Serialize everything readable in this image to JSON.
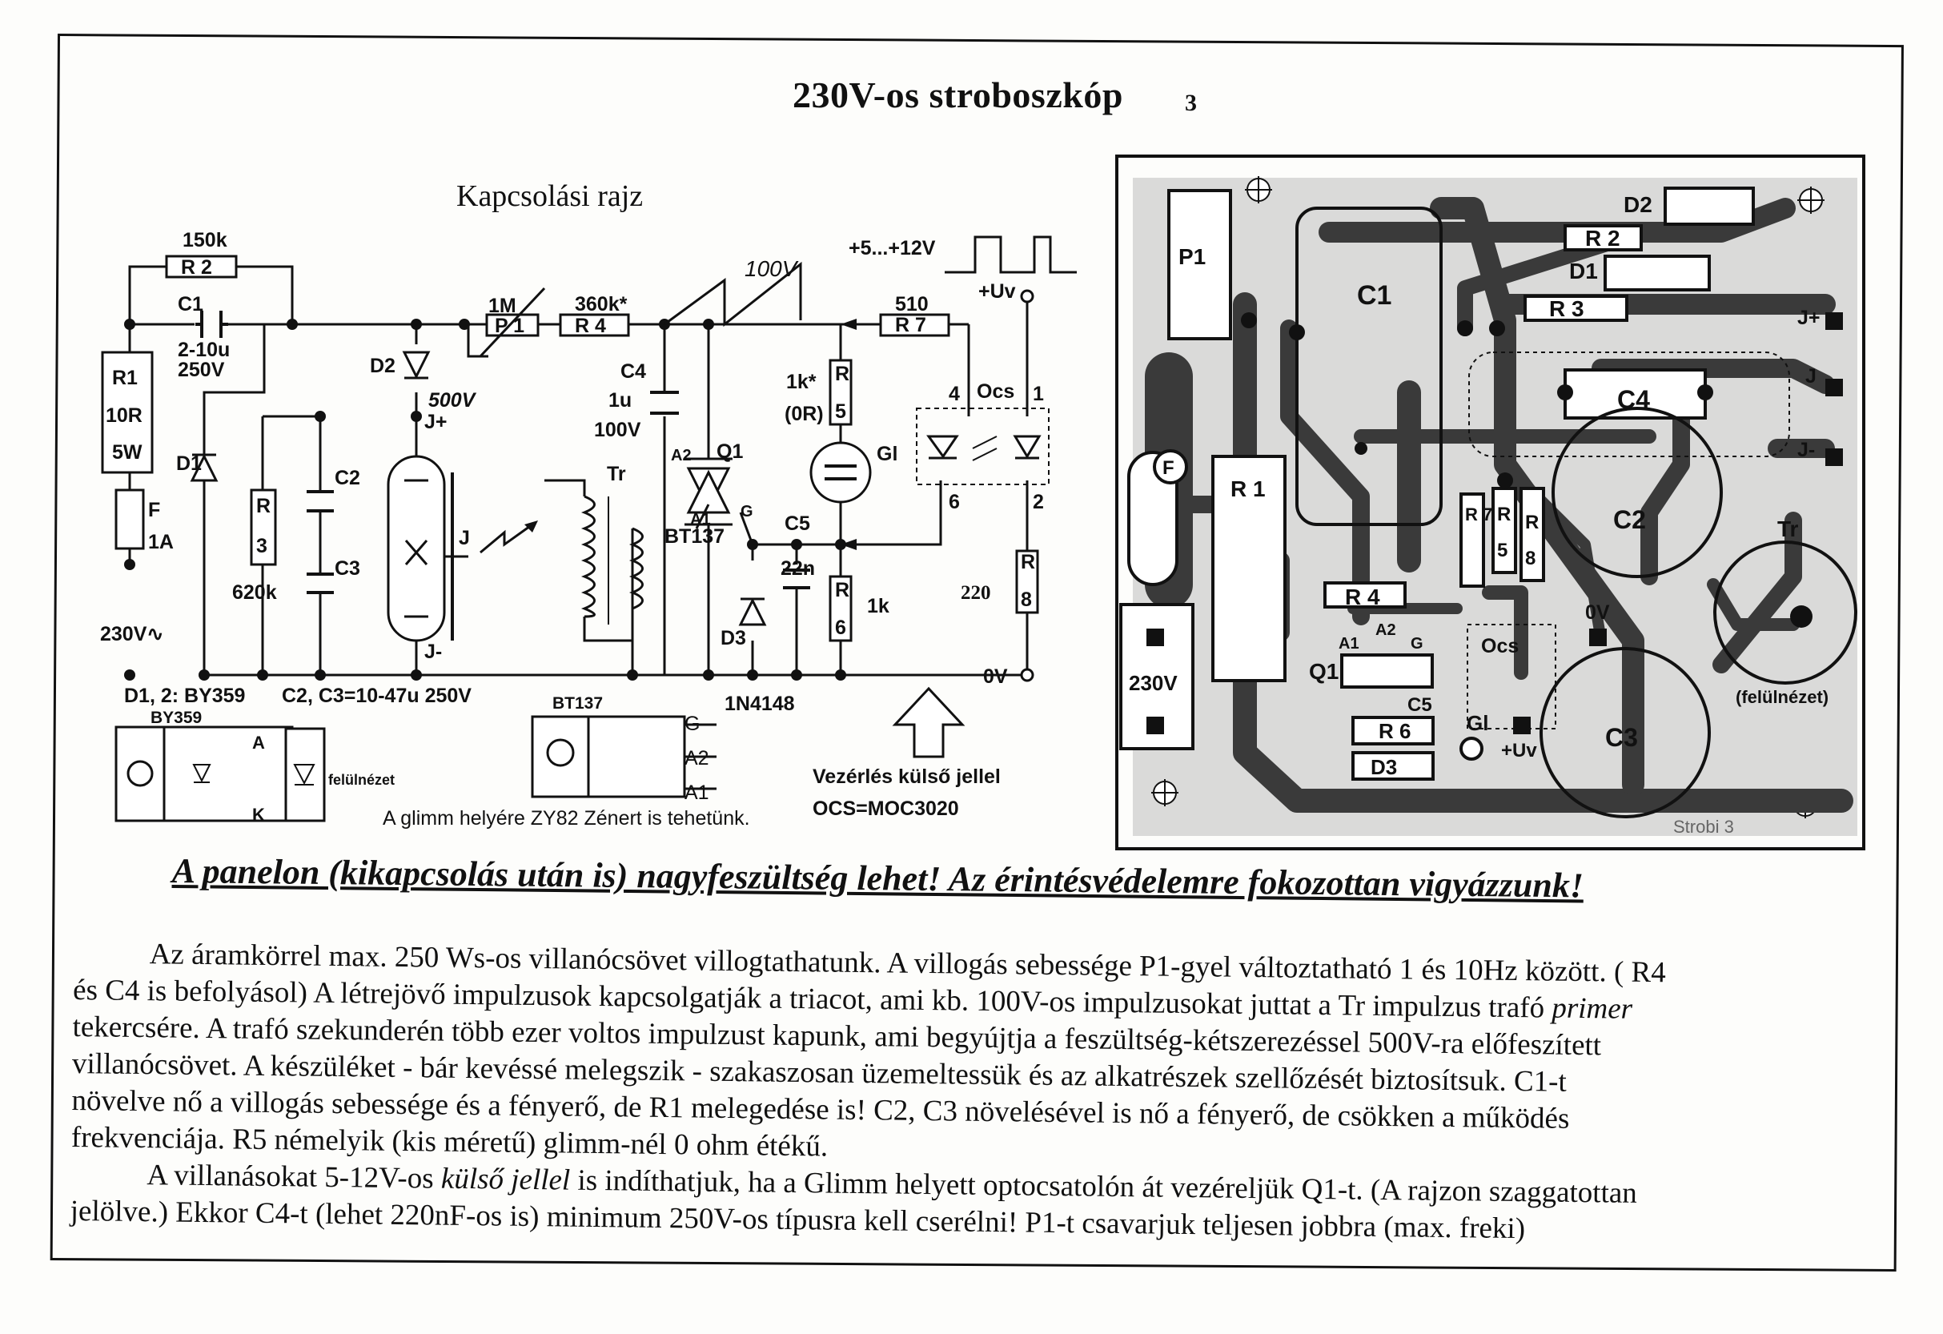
{
  "page": {
    "title": "230V-os stroboszkóp",
    "page_number": "3",
    "schematic_heading": "Kapcsolási rajz"
  },
  "schematic": {
    "labels": {
      "r2_value": "150k",
      "r2": "R 2",
      "c1": "C1",
      "c1_value": "2-10u",
      "c1_voltage": "250V",
      "r1": "R1",
      "r1_value": "10R",
      "r1_power": "5W",
      "d1": "D1",
      "fuse": "F",
      "fuse_value": "1A",
      "mains": "230V∿",
      "r3_a": "R",
      "r3_b": "3",
      "r3_value": "620k",
      "c2": "C2",
      "c3": "C3",
      "d2": "D2",
      "d2_voltage": "500V",
      "j_plus": "J+",
      "j": "J",
      "j_minus": "J-",
      "p1_value": "1M",
      "p1": "P 1",
      "r4_value": "360k*",
      "r4": "R 4",
      "ramp_label": "100V",
      "c4": "C4",
      "c4_value": "1u",
      "c4_voltage": "100V",
      "tr": "Tr",
      "q1": "Q1",
      "a2": "A2",
      "a1": "A1",
      "g": "G",
      "bt137": "BT137",
      "c5": "C5",
      "c5_value": "22n",
      "d3": "D3",
      "d3_type": "1N4148",
      "r5_value": "1k*",
      "r5_alt": "(0R)",
      "r5_a": "R",
      "r5_b": "5",
      "gl": "Gl",
      "r6_a": "R",
      "r6_b": "6",
      "r6_value": "1k",
      "r7_value": "510",
      "r7": "R 7",
      "pulse_label": "+5...+12V",
      "uv": "+Uv",
      "ocs": "Ocs",
      "ocs_pin4": "4",
      "ocs_pin1": "1",
      "ocs_pin6": "6",
      "ocs_pin2": "2",
      "r8_value": "220",
      "r8_a": "R",
      "r8_b": "8",
      "zero_v": "0V",
      "d12_note": "D1, 2: BY359",
      "c23_note": "C2, C3=10-47u 250V",
      "by359": "BY359",
      "by359_a": "A",
      "by359_k": "K",
      "felulnezet_small": "felülnézet",
      "bt137_pkg": "BT137",
      "pkg_g": "G",
      "pkg_a2": "A2",
      "pkg_a1": "A1",
      "glimm_note": "A glimm helyére ZY82 Zénert is tehetünk.",
      "ext_control": "Vezérlés külső jellel",
      "ocs_note": "OCS=MOC3020"
    }
  },
  "pcb": {
    "labels": {
      "p1": "P1",
      "c1": "C1",
      "d2": "D2",
      "r2": "R 2",
      "d1": "D1",
      "r3": "R 3",
      "j_plus": "J+",
      "j": "J",
      "j_minus": "J-",
      "c4": "C4",
      "f": "F",
      "r1": "R 1",
      "r7": "R 7",
      "r5_a": "R",
      "r5_b": "5",
      "r8_a": "R",
      "r8_b": "8",
      "c2": "C2",
      "tr": "Tr",
      "r4": "R 4",
      "zero_v": "0V",
      "a1": "A1",
      "a2": "A2",
      "g": "G",
      "ocs": "Ocs",
      "q1": "Q1",
      "v230": "230V",
      "c5": "C5",
      "r6": "R 6",
      "gl": "Gl",
      "uv": "+Uv",
      "c3": "C3",
      "d3": "D3",
      "felulnezet": "(felülnézet)",
      "board_name": "Strobi 3"
    }
  },
  "warning": "A panelon (kikapcsolás után is) nagyfeszültség lehet!  Az érintésvédelemre fokozottan vigyázzunk!",
  "paragraph": {
    "l1": "Az áramkörrel max. 250 Ws-os villanócsövet villogtathatunk. A villogás sebessége P1-gyel változtatható 1 és 10Hz között. ( R4",
    "l2": "és C4 is befolyásol) A létrejövő impulzusok kapcsolgatják a triacot, ami kb. 100V-os impulzusokat juttat a Tr impulzus trafó",
    "l2_it": "primer",
    "l3": "tekercsére. A trafó szekunderén több ezer voltos impulzust kapunk, ami begyújtja a feszültség-kétszerezéssel 500V-ra előfeszített",
    "l4": "villanócsövet.  A készüléket - bár kevéssé melegszik - szakaszosan üzemeltessük és az alkatrészek szellőzését biztosítsuk.  C1-t",
    "l5": "növelve nő a villogás sebessége és a fényerő, de R1 melegedése is! C2, C3 növelésével is nő a fényerő, de csökken a működés",
    "l6": "frekvenciája.  R5 némelyik (kis méretű) glimm-nél 0 ohm étékű.",
    "l7a": "A villanásokat 5-12V-os",
    "l7_it": "külső jellel",
    "l7b": "is indíthatjuk, ha a Glimm helyett optocsatolón át vezéreljük Q1-t. (A rajzon szaggatottan",
    "l8": "jelölve.)  Ekkor C4-t (lehet 220nF-os is) minimum 250V-os típusra kell cserélni! P1-t csavarjuk teljesen jobbra (max. freki)"
  }
}
